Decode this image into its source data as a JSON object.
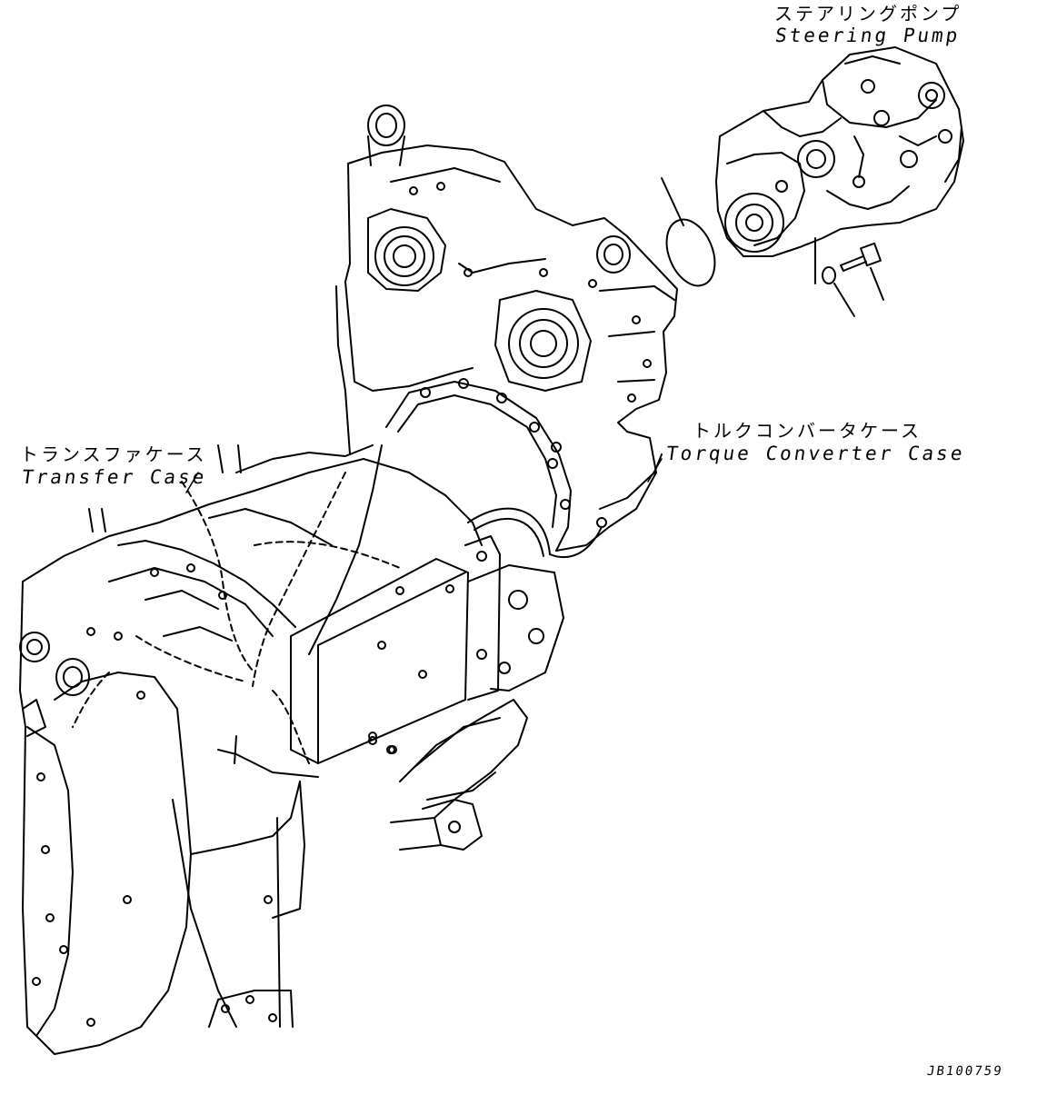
{
  "labels": {
    "steering_pump": {
      "jp": "ステアリングポンプ",
      "en": "Steering Pump"
    },
    "torque_converter_case": {
      "jp": "トルクコンバータケース",
      "en": "Torque Converter Case"
    },
    "transfer_case": {
      "jp": "トランスファケース",
      "en": "Transfer Case"
    }
  },
  "drawing_code": "JB100759"
}
